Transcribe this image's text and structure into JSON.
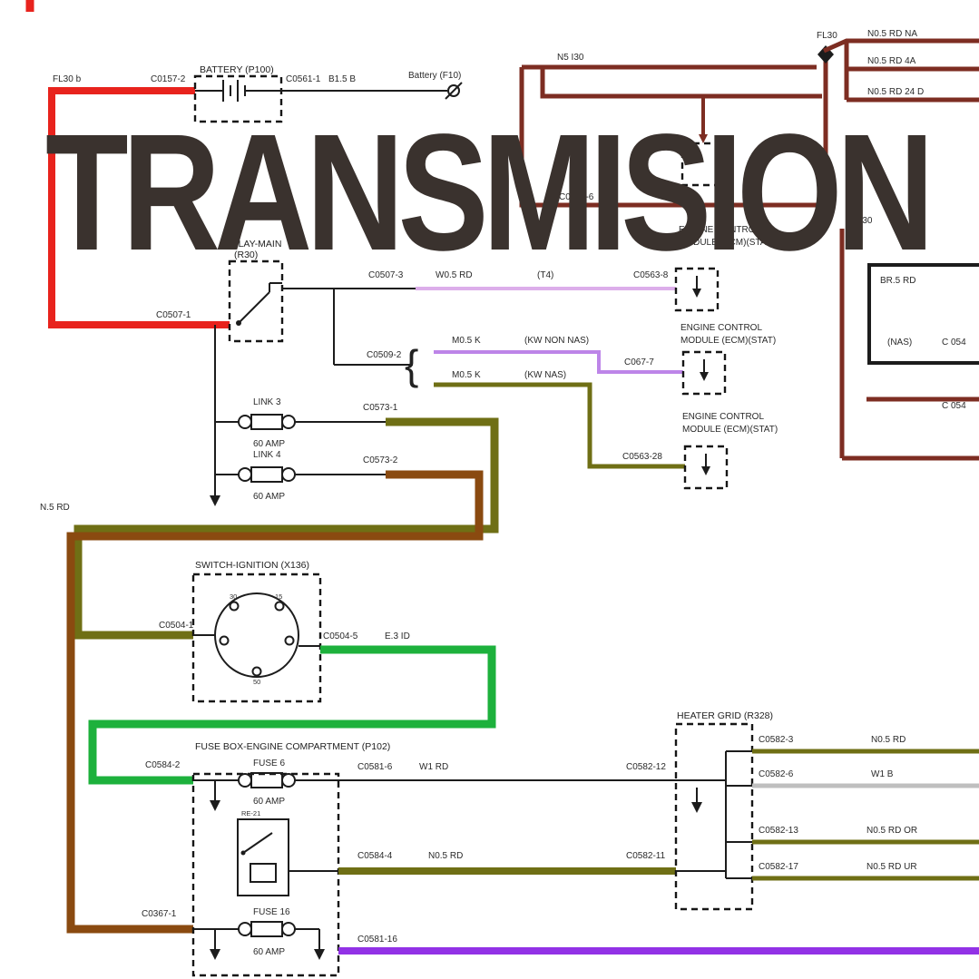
{
  "overlay": {
    "title": "TRANSMISION"
  },
  "colors": {
    "wire-red": "#e8231d",
    "wire-maroon": "#7d2d22",
    "wire-pink": "#dcaeea",
    "wire-purple": "#bd85e8",
    "wire-olive": "#6f6f15",
    "wire-brown": "#8a4a10",
    "wire-green": "#1db13c",
    "wire-gray": "#bfbfbf",
    "wire-violet": "#9232e6",
    "wire-dark": "#1c1c1c",
    "overlay-text": "#3a322e",
    "bg": "#ffffff"
  },
  "battery": {
    "title": "BATTERY (P100)",
    "feed": "FL30 b",
    "conn_in": "C0157-2",
    "conn_out": "C0561-1",
    "wire_out": "B1.5 B",
    "ground": "Battery (F10)"
  },
  "top_right": {
    "node": "FL30",
    "r1": "N0.5 RD NA",
    "r2": "N0.5 RD 4A",
    "r3": "N0.5 RD 24 D",
    "feed": "N5 I30",
    "conn": "C0560-6",
    "arrow_label": "N5 I30",
    "inner_wire": "BR.5 RD",
    "nas": "(NAS)",
    "c054a": "C 054",
    "c054b": "C 054"
  },
  "relay": {
    "title1": "RELAY-MAIN",
    "title2": "(R30)",
    "conn_in": "C0507-1",
    "conn_out": "C0507-3",
    "out_wire": "W0.5 RD",
    "t4": "(T4)",
    "conn_ecm1": "C0563-8",
    "branch_conn": "C0509-2",
    "brace": "{",
    "up_wire": "M0.5 K",
    "up_note": "(KW NON NAS)",
    "up_conn": "C067-7",
    "dn_wire": "M0.5 K",
    "dn_note": "(KW NAS)",
    "dn_conn": "C0563-28"
  },
  "ecm": {
    "line1": "ENGINE CONTROL",
    "line2": "MODULE (ECM)(STAT)"
  },
  "links": {
    "link3": "LINK 3",
    "amp3": "60 AMP",
    "link4": "LINK 4",
    "amp4": "60 AMP",
    "c1": "C0573-1",
    "c2": "C0573-2",
    "feed": "N.5 RD"
  },
  "ignition": {
    "title": "SWITCH-IGNITION (X136)",
    "conn_in": "C0504-1",
    "conn_out": "C0504-5",
    "wire_out": "E.3 ID",
    "t30": "30",
    "t15": "15",
    "t50": "50"
  },
  "fusebox": {
    "title": "FUSE BOX-ENGINE COMPARTMENT (P102)",
    "conn_in": "C0584-2",
    "fuse6": "FUSE 6",
    "fuse6_amp": "60 AMP",
    "c0581_6": "C0581-6",
    "fuse6_wire": "W1 RD",
    "c0582_12": "C0582-12",
    "relay_label": "RE-21",
    "c0584_4": "C0584-4",
    "relay_wire": "N0.5 RD",
    "c0582_11": "C0582-11",
    "conn_bottom": "C0367-1",
    "fuse16": "FUSE 16",
    "fuse16_amp": "60 AMP",
    "c0581_16": "C0581-16"
  },
  "heater": {
    "title": "HEATER GRID (R328)",
    "c3": "C0582-3",
    "w3": "N0.5 RD",
    "c6": "C0582-6",
    "w6": "W1 B",
    "c13": "C0582-13",
    "w13": "N0.5 RD OR",
    "c17": "C0582-17",
    "w17": "N0.5 RD UR"
  }
}
